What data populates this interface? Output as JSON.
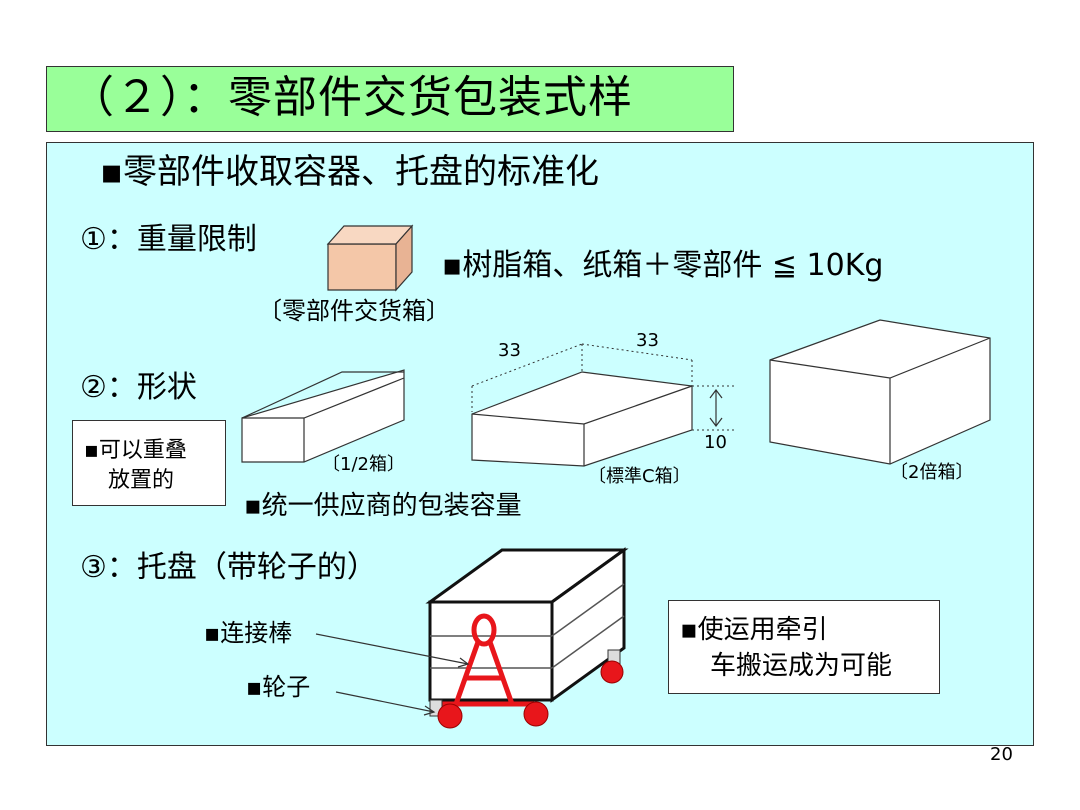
{
  "title": "（２）：零部件交货包装式样",
  "heading": "▪零部件收取容器、托盘的标准化",
  "section1": {
    "label": "①：重量限制",
    "box_caption": "〔零部件交货箱〕",
    "weight_text": "▪树脂箱、纸箱＋零部件 ≦ 10Kg"
  },
  "section2": {
    "label": "②：形状",
    "note_line1": "▪可以重叠",
    "note_line2": "放置的",
    "half_box": "〔1/2箱〕",
    "standard_box": "〔標準C箱〕",
    "double_box": "〔2倍箱〕",
    "dim_left": "33",
    "dim_right": "33",
    "dim_height": "10",
    "unify_text": "▪统一供应商的包装容量"
  },
  "section3": {
    "label": "③：托盘（带轮子的）",
    "connector_label": "▪连接棒",
    "wheel_label": "▪轮子",
    "note_line1": "▪使运用牵引",
    "note_line2": "车搬运成为可能"
  },
  "colors": {
    "title_bg": "#99ff99",
    "panel_bg": "#ccffff",
    "box_face": "#f4c7a8",
    "cart_accent": "#e8161b"
  },
  "page_number": "20"
}
